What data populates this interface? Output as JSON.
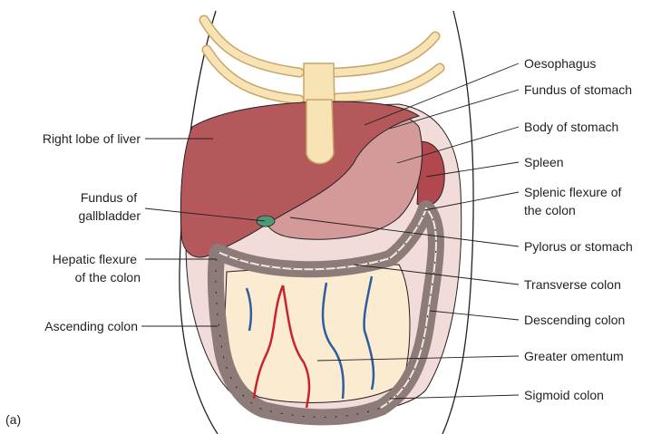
{
  "figure": {
    "panel_label": "(a)",
    "labels_left": [
      {
        "key": "right-lobe-of-liver",
        "lines": [
          "Right lobe of liver"
        ]
      },
      {
        "key": "fundus-of-gallbladder",
        "lines": [
          "Fundus of",
          "gallbladder"
        ]
      },
      {
        "key": "hepatic-flexure",
        "lines": [
          "Hepatic flexure",
          "of the colon"
        ]
      },
      {
        "key": "ascending-colon",
        "lines": [
          "Ascending colon"
        ]
      }
    ],
    "labels_right": [
      {
        "key": "oesophagus",
        "lines": [
          "Oesophagus"
        ]
      },
      {
        "key": "fundus-of-stomach",
        "lines": [
          "Fundus of stomach"
        ]
      },
      {
        "key": "body-of-stomach",
        "lines": [
          "Body of stomach"
        ]
      },
      {
        "key": "spleen",
        "lines": [
          "Spleen"
        ]
      },
      {
        "key": "splenic-flexure",
        "lines": [
          "Splenic flexure of",
          "the colon"
        ]
      },
      {
        "key": "pylorus",
        "lines": [
          "Pylorus or stomach"
        ]
      },
      {
        "key": "transverse-colon",
        "lines": [
          "Transverse colon"
        ]
      },
      {
        "key": "descending-colon",
        "lines": [
          "Descending colon"
        ]
      },
      {
        "key": "greater-omentum",
        "lines": [
          "Greater omentum"
        ]
      },
      {
        "key": "sigmoid-colon",
        "lines": [
          "Sigmoid colon"
        ]
      }
    ],
    "colors": {
      "liver": "#b5585c",
      "stomach": "#d49a9a",
      "spleen": "#b1484f",
      "rib": "#f7e3b4",
      "rib_edge": "#c9a567",
      "colon": "#8d7b7a",
      "omentum": "#fbecd1",
      "cavity": "#f1dcd9",
      "artery": "#c8242d",
      "vein": "#2d5f9e"
    }
  }
}
